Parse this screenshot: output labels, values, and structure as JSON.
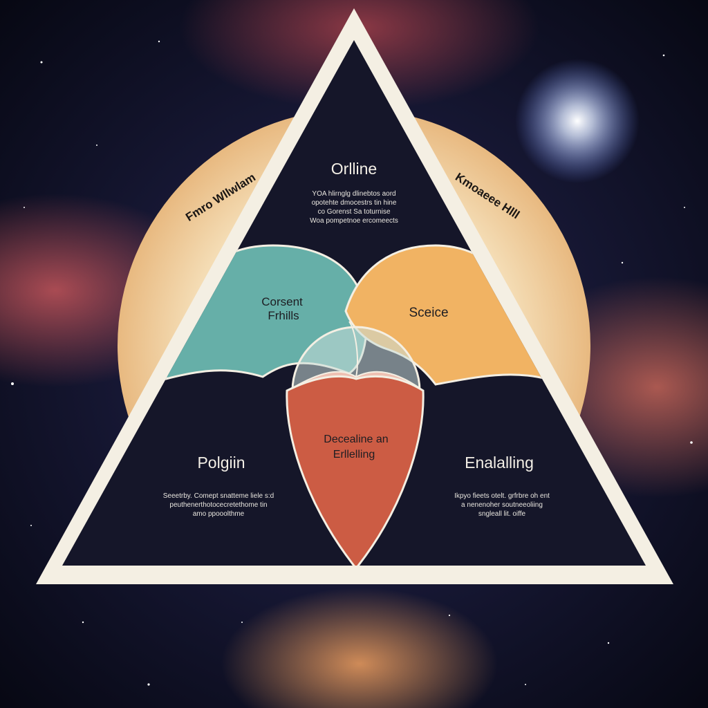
{
  "colors": {
    "space": "#07091a",
    "halo": "#f4dcb4",
    "frame": "#f4efe3",
    "panel": "#151629",
    "teal": "#66afa8",
    "orange": "#f1b363",
    "terracotta": "#cc5c44",
    "blush": "#eec0b2"
  },
  "diagram": {
    "top": {
      "title": "Orlline",
      "lines": [
        "YOA hlirnglg dlinebtos aord",
        "opotehte dmocestrs tin hine",
        "co Gorenst Sa toturnise",
        "Woa pompetnoe ercomeects"
      ]
    },
    "left_lobe": {
      "title_line1": "Corsent",
      "title_line2": "Frhills"
    },
    "right_lobe": {
      "title": "Sceice"
    },
    "center": {
      "title_line1": "Decealine an",
      "title_line2": "Erllelling"
    },
    "bottom_left": {
      "title": "Polgiin",
      "lines": [
        "Seeetrby. Comept snatteme liele s:d",
        "peuthenerthotocecretethome tin",
        "amo ppooolthme"
      ]
    },
    "bottom_right": {
      "title": "Enalalling",
      "lines": [
        "Ikpyo fieets otelt. grfrbre oh ent",
        "a nenenoher soutneeoliing",
        "sngleall lit. oiffe"
      ]
    },
    "left_side_label": "Fmro Wllwlam",
    "right_side_label": "Kmoaeee Hlll"
  }
}
